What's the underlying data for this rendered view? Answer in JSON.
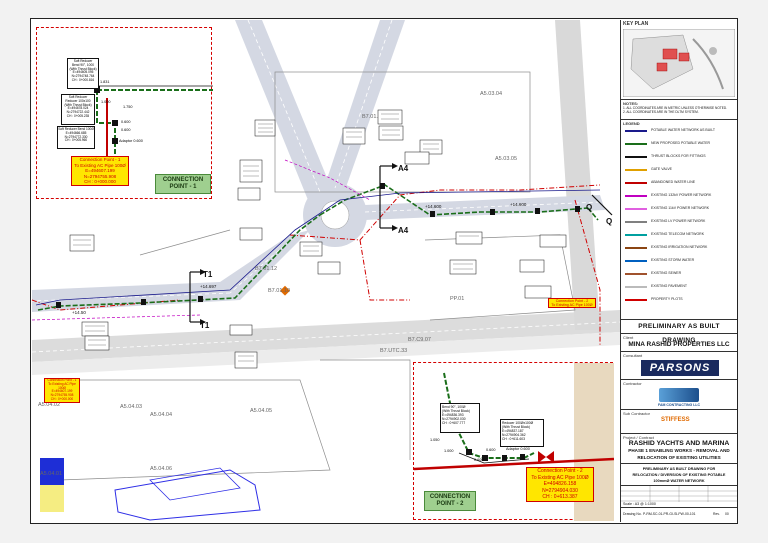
{
  "drawing": {
    "stamp": "PRELIMINARY AS BUILT DRAWING",
    "client_label": "Client",
    "client": "MINA RASHID PROPERTIES LLC",
    "consultant_label": "Consultant",
    "consultant": "PARSONS",
    "contractor_label": "Contractor",
    "contractor": "FAM CONTRACTING LLC",
    "sub_contractor_label": "Sub Contractor",
    "sub_contractor": "STIFFESS",
    "project_label": "Project / Contract",
    "project_line1": "RASHID YACHTS AND MARINA",
    "project_line2": "PHASE 1 ENABLING WORKS - REMOVAL AND",
    "project_line3": "RELOCATION OF EXISTING UTILITIES",
    "title_line1": "PRELIMINARY AS BUILT DRAWING FOR",
    "title_line2": "RELOCATION / DIVERSION OF EXISTING POTABLE",
    "title_line3": "100mmØ WATER NETWORK",
    "scale": "Scale : A3 @ 1:1000",
    "drawing_no_label": "Drawing No.",
    "drawing_no": "P-RM-SC-01-PR-GI-SI-PW-00-101",
    "rev_label": "Rev.",
    "rev": "00"
  },
  "key_plan": {
    "title": "KEY PLAN"
  },
  "notes": {
    "title": "NOTES:",
    "items": [
      "1. ALL COORDINATES ARE IN METRIC UNLESS OTHERWISE NOTED.",
      "2. ALL COORDINATES ARE IN THE DLTM SYSTEM."
    ]
  },
  "legend": {
    "title": "LEGEND",
    "items": [
      {
        "label": "POTABLE WATER NETWORK AS BUILT",
        "color": "#1a1a8c"
      },
      {
        "label": "NEW PROPOSED POTABLE WATER",
        "color": "#1a6e1a"
      },
      {
        "label": "THRUST BLOCKS FOR FITTINGS",
        "color": "#111111"
      },
      {
        "label": "GATE VALVE",
        "color": "#e0a000"
      },
      {
        "label": "ABANDONED WATER LINE",
        "color": "#c00000"
      },
      {
        "label": "EXISTING 132kV POWER NETWORK",
        "color": "#c000c0"
      },
      {
        "label": "EXISTING 11kV POWER NETWORK",
        "color": "#e060e0"
      },
      {
        "label": "EXISTING LV POWER NETWORK",
        "color": "#808080"
      },
      {
        "label": "EXISTING TELECOM NETWORK",
        "color": "#00a0a0"
      },
      {
        "label": "EXISTING IRRIGATION NETWORK",
        "color": "#8b4513"
      },
      {
        "label": "EXISTING STORM WATER",
        "color": "#0060c0"
      },
      {
        "label": "EXISTING SEWER",
        "color": "#a0522d"
      },
      {
        "label": "EXISTING PAVEMENT",
        "color": "#bbbbbb"
      },
      {
        "label": "PROPERTY PLOTS",
        "color": "#d00000"
      }
    ]
  },
  "plots": [
    "A5.03.04",
    "A5.03.05",
    "B7.01.12",
    "B7.01.13",
    "B7.C9.07",
    "B7.UTC.33",
    "A5.04.03",
    "A5.04.04",
    "A5.04.05",
    "A5.04.02",
    "A5.04.06",
    "A5.04.01",
    "B7.01.10",
    "PP.01"
  ],
  "sections": [
    "A4",
    "A4",
    "T1",
    "T1",
    "Q",
    "Q"
  ],
  "connection_points": [
    {
      "label": "CONNECTION POINT - 1",
      "red_title": "Connection Point - 1",
      "red_sub": "To Existing AC Pipe 100Ø",
      "e": "E=494607.199",
      "n": "N=2794755.908",
      "ch": "CH : 0+000.000"
    },
    {
      "label": "CONNECTION POINT - 2",
      "red_title": "Connection Point - 2",
      "red_sub": "To Existing AC Pipe 100Ø",
      "e": "E=494826.158",
      "n": "N=2794904.030",
      "ch": "CH : 0+613.387"
    }
  ],
  "inset1_tags": [
    {
      "lines": [
        "Soft Reducer",
        "Bend 90°, 1000",
        "(With Thrust Block)",
        "E=494605.095",
        "N=2794748.764",
        "CH : 0+000.816"
      ]
    },
    {
      "lines": [
        "Soft Reducer",
        "Reducer 100x100",
        "(With Thrust Block)",
        "E=494678.024",
        "N=2794722.442",
        "CH : 0+005.235"
      ]
    },
    {
      "lines": [
        "Soft Reducer Bend 100Ø",
        "E=494666.685",
        "N=2794772.330",
        "CH : 0+005.960"
      ]
    }
  ],
  "inset1_dims": [
    "1.831",
    "1.000",
    "1.750",
    "0.600",
    "0.600",
    "Adaptor 0.600"
  ],
  "inset2_tag": [
    "Bend 90°, 100Ø",
    "(With Thrust Block)",
    "E=494836.393",
    "N=2794902.030",
    "CH : 0+607.777"
  ],
  "inset2_tag2": [
    "Reducer 100Øx100Ø",
    "(With Thrust Block)",
    "E=494837.187",
    "N=2794904.362",
    "CH : 0+611.603"
  ],
  "inset2_dims": [
    "1.050",
    "1.000",
    "0.600",
    "0.600",
    "Adaptor 0.600"
  ],
  "chainages": [
    "+14.697",
    "+14.600",
    "+14.50",
    "+14.600"
  ]
}
